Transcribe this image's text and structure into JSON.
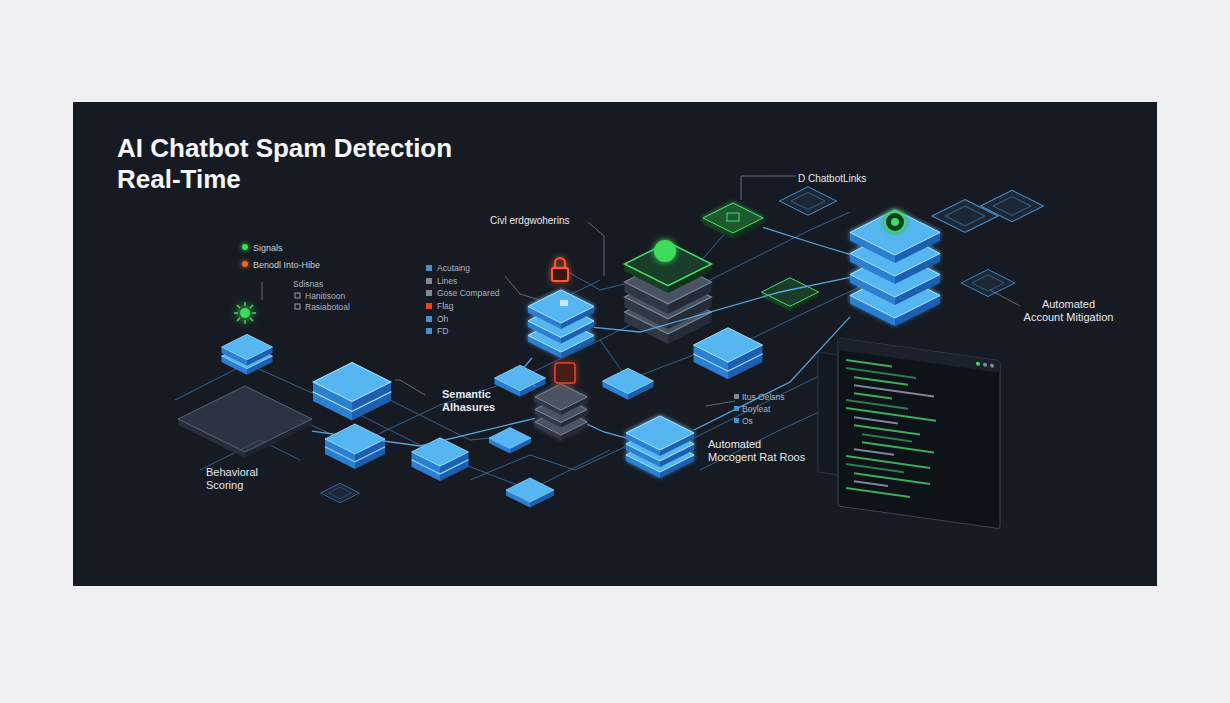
{
  "diagram": {
    "title": "AI Chatbot Spam Detection Real-Time",
    "nodes": [
      {
        "text": [
          "Behavioral Scoring"
        ]
      },
      {
        "text": [
          "Semantic Alhasures"
        ]
      },
      {
        "text": [
          "Civl erdgwoherins"
        ]
      },
      {
        "text": [
          "D ChatbotLinks"
        ]
      },
      {
        "text": [
          "Automated Mocogent Rat Roos"
        ]
      },
      {
        "text": [
          "Automated Account Mitigation"
        ]
      }
    ],
    "edges": [
      {
        "from": 0,
        "to": 1,
        "arrow": "none"
      },
      {
        "from": 1,
        "to": 2,
        "arrow": "none"
      },
      {
        "from": 1,
        "to": 4,
        "arrow": "none"
      },
      {
        "from": 2,
        "to": 5,
        "arrow": "none"
      },
      {
        "from": 3,
        "to": 5,
        "arrow": "none"
      },
      {
        "from": 4,
        "to": 5,
        "arrow": "none"
      }
    ],
    "labels": [
      "Sdisnas",
      "Hanitisoon",
      "Rasiabotoal",
      "Acutaing",
      "Lines",
      "Gose Compared",
      "Flag",
      "Oh",
      "FD",
      "Itus Oelsns",
      "Boyleat",
      "Os"
    ],
    "legend": [
      {
        "text": "Signals",
        "color": "#3ddc5a"
      },
      {
        "text": "Benodl Into-Hibe",
        "color": "#f0622c"
      }
    ]
  }
}
